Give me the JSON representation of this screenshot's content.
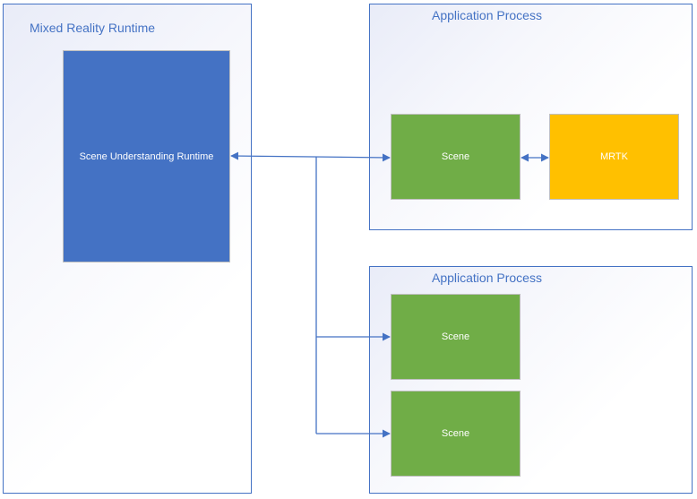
{
  "containers": {
    "runtime": {
      "title": "Mixed Reality Runtime"
    },
    "app1": {
      "title": "Application Process"
    },
    "app2": {
      "title": "Application Process"
    }
  },
  "boxes": {
    "su_runtime": {
      "label": "Scene Understanding Runtime",
      "color": "#4472c4"
    },
    "scene1": {
      "label": "Scene",
      "color": "#70ad47"
    },
    "mrtk": {
      "label": "MRTK",
      "color": "#ffc000"
    },
    "scene2": {
      "label": "Scene",
      "color": "#70ad47"
    },
    "scene3": {
      "label": "Scene",
      "color": "#70ad47"
    }
  },
  "colors": {
    "accent": "#4472c4",
    "connector": "#4472c4"
  }
}
